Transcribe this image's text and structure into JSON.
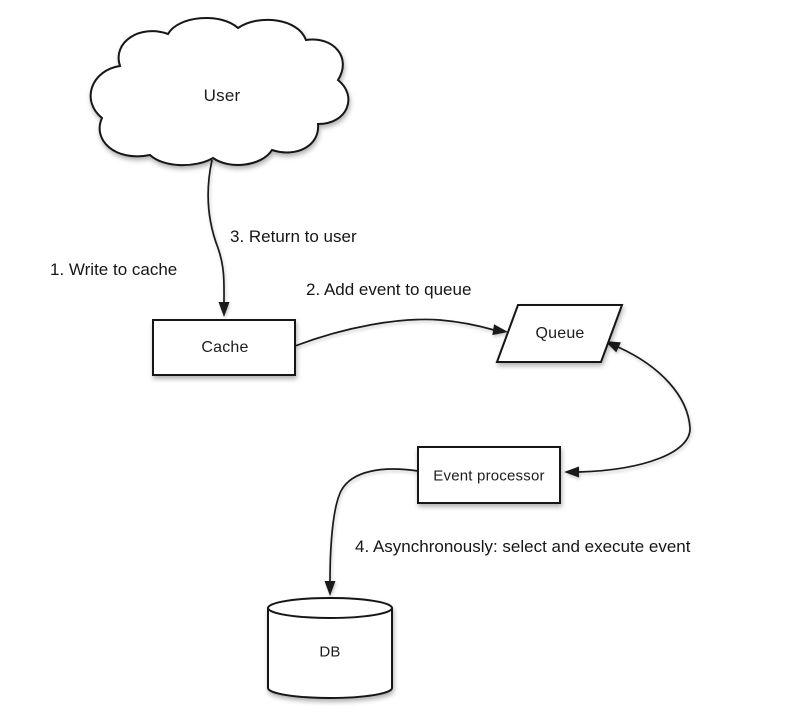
{
  "diagram": {
    "nodes": {
      "user": "User",
      "cache": "Cache",
      "queue": "Queue",
      "event_processor": "Event processor",
      "db": "DB"
    },
    "labels": {
      "step1": "1. Write to cache",
      "step2": "2. Add event to queue",
      "step3": "3. Return to user",
      "step4": "4. Asynchronously: select and execute event"
    },
    "edges": [
      {
        "from": "user",
        "to": "cache",
        "style": "curved-arrow"
      },
      {
        "from": "cache",
        "to": "queue",
        "style": "curved-arrow"
      },
      {
        "from": "queue",
        "to": "event_processor",
        "style": "curved-double-arrow"
      },
      {
        "from": "event_processor",
        "to": "db",
        "style": "curved-arrow"
      }
    ],
    "colors": {
      "stroke": "#1a1a1a",
      "fill": "#ffffff",
      "text": "#1d1d1d",
      "background": "#ffffff"
    }
  }
}
